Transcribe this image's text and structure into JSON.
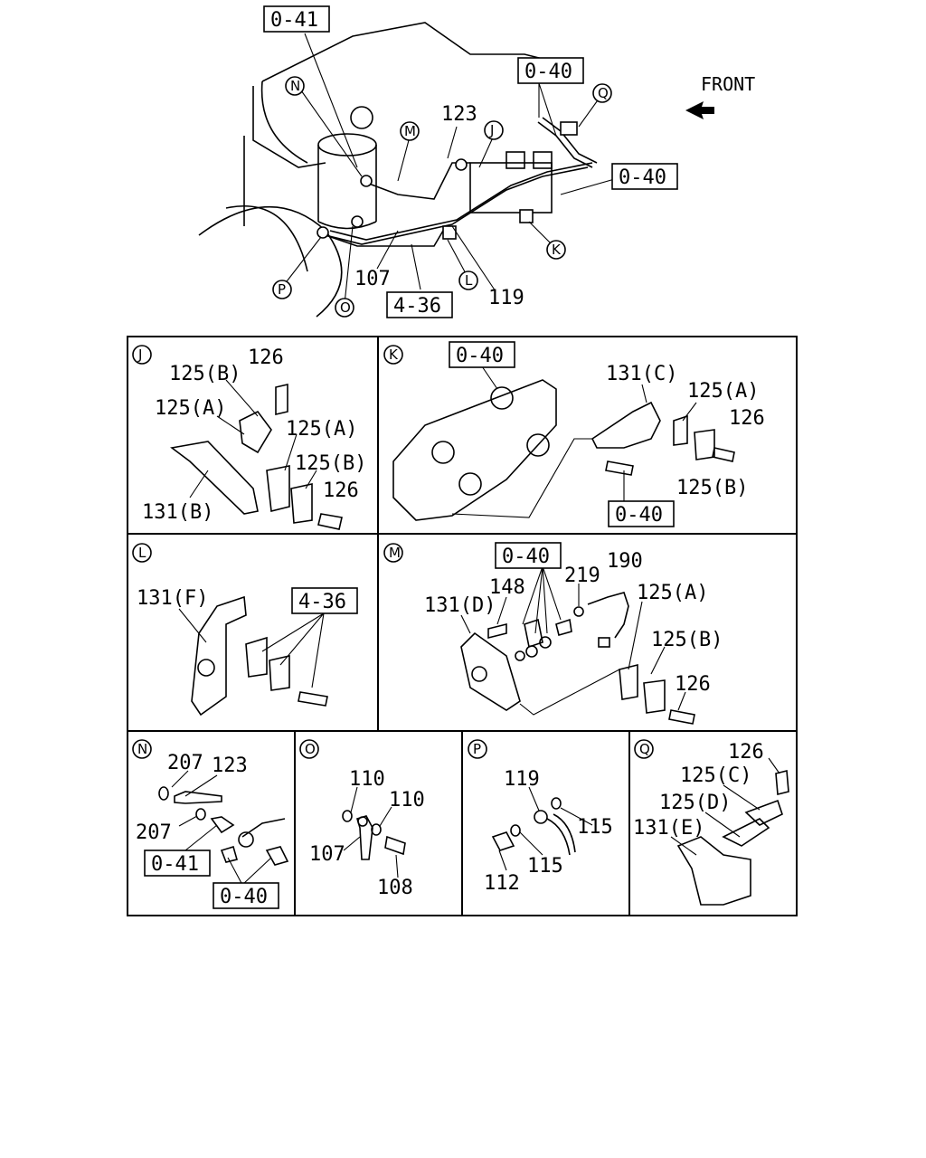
{
  "front_label": "FRONT",
  "overview": {
    "refs": {
      "r041": "0-41",
      "r040a": "0-40",
      "r040b": "0-40",
      "r436": "4-36"
    },
    "parts": {
      "p123": "123",
      "p107": "107",
      "p119": "119"
    },
    "callouts": {
      "N": "N",
      "M": "M",
      "J": "J",
      "Q": "Q",
      "K": "K",
      "L": "L",
      "O": "O",
      "P": "P"
    }
  },
  "panels": {
    "J": {
      "letter": "J",
      "labels": [
        "126",
        "125(B)",
        "125(A)",
        "125(A)",
        "125(B)",
        "126",
        "131(B)"
      ]
    },
    "K": {
      "letter": "K",
      "ref_top": "0-40",
      "ref_bottom": "0-40",
      "labels": [
        "131(C)",
        "125(A)",
        "126",
        "125(B)"
      ]
    },
    "L": {
      "letter": "L",
      "ref": "4-36",
      "labels": [
        "131(F)"
      ]
    },
    "M": {
      "letter": "M",
      "ref": "0-40",
      "labels": [
        "131(D)",
        "148",
        "219",
        "190",
        "125(A)",
        "125(B)",
        "126"
      ]
    },
    "N": {
      "letter": "N",
      "ref1": "0-41",
      "ref2": "0-40",
      "labels": [
        "207",
        "123",
        "207"
      ]
    },
    "O": {
      "letter": "O",
      "labels": [
        "110",
        "110",
        "107",
        "108"
      ]
    },
    "P": {
      "letter": "P",
      "labels": [
        "119",
        "115",
        "115",
        "112"
      ]
    },
    "Q": {
      "letter": "Q",
      "labels": [
        "126",
        "125(C)",
        "125(D)",
        "131(E)"
      ]
    }
  }
}
